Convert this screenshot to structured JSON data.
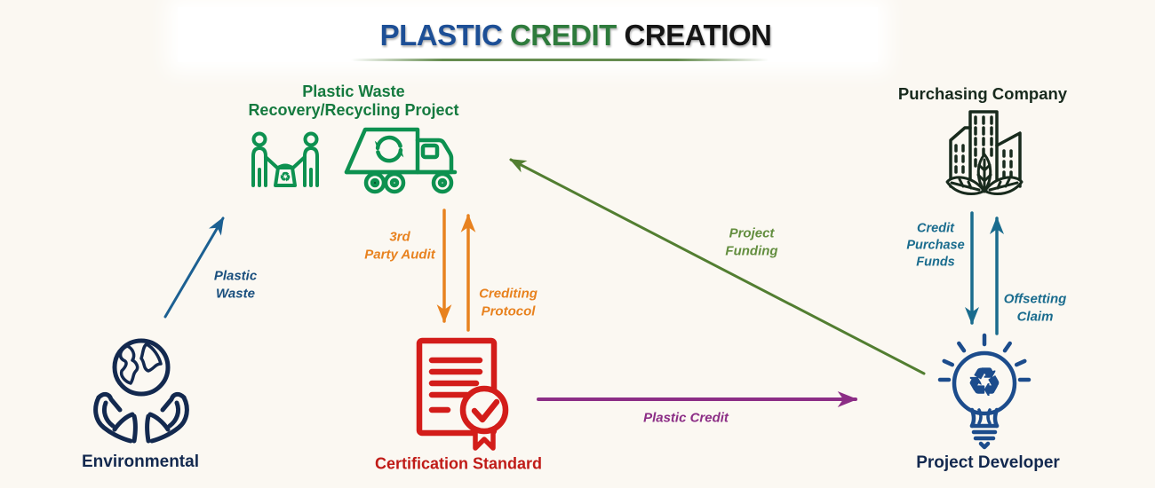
{
  "title": {
    "plastic": "PLASTIC",
    "credit": "CREDIT",
    "creation": "CREATION"
  },
  "nodes": {
    "recycling_project": {
      "label": "Plastic Waste\nRecovery/Recycling Project"
    },
    "purchasing_company": {
      "label": "Purchasing Company"
    },
    "environmental": {
      "label": "Environmental"
    },
    "certification_standard": {
      "label": "Certification Standard"
    },
    "project_developer": {
      "label": "Project Developer"
    }
  },
  "edges": {
    "plastic_waste": {
      "label": "Plastic\nWaste",
      "from": "environmental",
      "to": "recycling_project"
    },
    "third_party_audit": {
      "label": "3rd\nParty Audit",
      "from": "recycling_project",
      "to": "certification_standard"
    },
    "crediting_protocol": {
      "label": "Crediting\nProtocol",
      "from": "certification_standard",
      "to": "recycling_project"
    },
    "project_funding": {
      "label": "Project\nFunding",
      "from": "project_developer",
      "to": "recycling_project"
    },
    "plastic_credit": {
      "label": "Plastic Credit",
      "from": "certification_standard",
      "to": "project_developer"
    },
    "credit_purchase_funds": {
      "label": "Credit\nPurchase\nFunds",
      "from": "purchasing_company",
      "to": "project_developer"
    },
    "offsetting_claim": {
      "label": "Offsetting\nClaim",
      "from": "project_developer",
      "to": "purchasing_company"
    }
  },
  "icons": {
    "recycle_glyph": "♻"
  },
  "colors": {
    "bg": "#FBF8F2",
    "band": "#FFFFFF",
    "title-blue": "#1D4F96",
    "title-green": "#2E7B3C",
    "title-dark": "#151515",
    "green-icon": "#0D9150",
    "green-text": "#157A3F",
    "navy": "#13294F",
    "building-dark": "#182A1D",
    "red": "#D31D1A",
    "red-text": "#C01B17",
    "orange": "#E8821F",
    "olive": "#527E31",
    "olive-label": "#638E3F",
    "purple": "#8C2E86",
    "teal": "#1A6C8E",
    "arrow-blue": "#1C6092",
    "blue-label": "#1A4F7E",
    "bulb-blue": "#1C4C8C"
  }
}
